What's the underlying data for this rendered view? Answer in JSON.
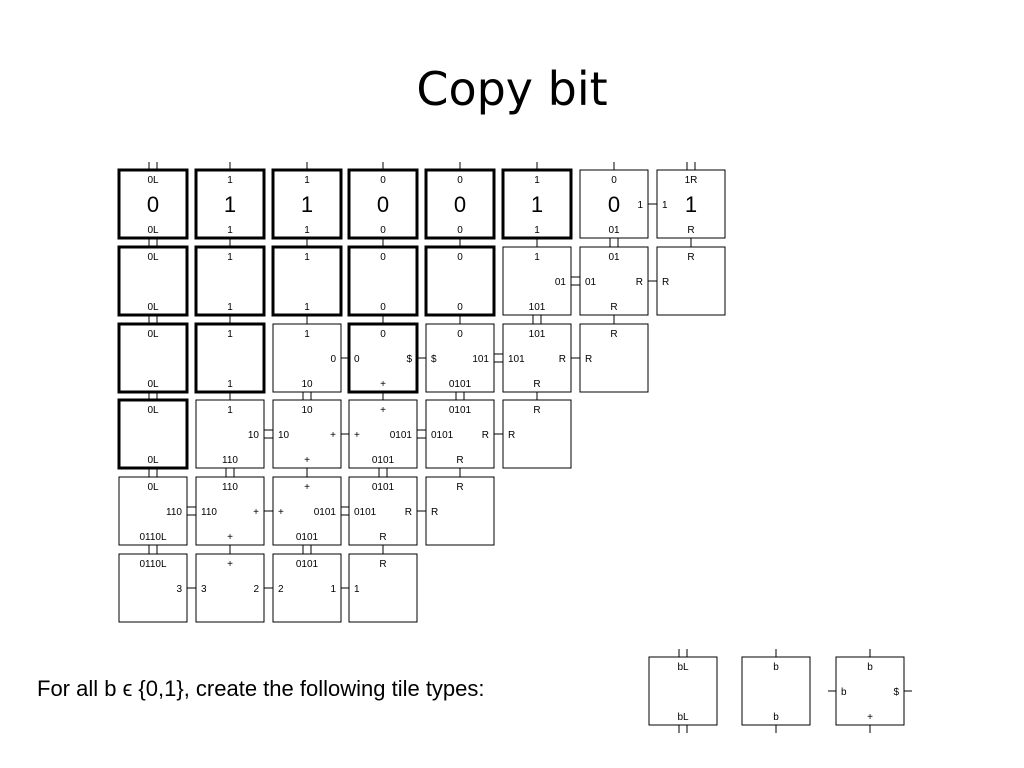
{
  "title": "Copy bit",
  "caption": "For all b ϵ {0,1}, create the following tile types:",
  "assembly": {
    "rows": [
      [
        {
          "n": "0L",
          "s": "0L",
          "big": "0",
          "bold": true
        },
        {
          "n": "1",
          "s": "1",
          "big": "1",
          "bold": true
        },
        {
          "n": "1",
          "s": "1",
          "big": "1",
          "bold": true
        },
        {
          "n": "0",
          "s": "0",
          "big": "0",
          "bold": true
        },
        {
          "n": "0",
          "s": "0",
          "big": "0",
          "bold": true
        },
        {
          "n": "1",
          "s": "1",
          "big": "1",
          "bold": true
        },
        {
          "n": "0",
          "s": "01",
          "e": "1",
          "big": "0"
        },
        {
          "n": "1R",
          "s": "R",
          "w": "1",
          "big": "1"
        }
      ],
      [
        {
          "n": "0L",
          "s": "0L",
          "bold": true
        },
        {
          "n": "1",
          "s": "1",
          "bold": true
        },
        {
          "n": "1",
          "s": "1",
          "bold": true
        },
        {
          "n": "0",
          "s": "0",
          "bold": true
        },
        {
          "n": "0",
          "s": "0",
          "bold": true
        },
        {
          "n": "1",
          "s": "101",
          "e": "01"
        },
        {
          "n": "01",
          "s": "R",
          "w": "01",
          "e": "R"
        },
        {
          "n": "R",
          "w": "R"
        }
      ],
      [
        {
          "n": "0L",
          "s": "0L",
          "bold": true
        },
        {
          "n": "1",
          "s": "1",
          "bold": true
        },
        {
          "n": "1",
          "s": "10",
          "e": "0"
        },
        {
          "n": "0",
          "s": "+",
          "w": "0",
          "e": "$",
          "bold": true
        },
        {
          "n": "0",
          "s": "0101",
          "w": "$",
          "e": "101"
        },
        {
          "n": "101",
          "s": "R",
          "w": "101",
          "e": "R"
        },
        {
          "n": "R",
          "w": "R"
        }
      ],
      [
        {
          "n": "0L",
          "s": "0L",
          "bold": true
        },
        {
          "n": "1",
          "s": "110",
          "e": "10"
        },
        {
          "n": "10",
          "s": "+",
          "w": "10",
          "e": "+"
        },
        {
          "n": "+",
          "s": "0101",
          "w": "+",
          "e": "0101"
        },
        {
          "n": "0101",
          "s": "R",
          "w": "0101",
          "e": "R"
        },
        {
          "n": "R",
          "w": "R"
        }
      ],
      [
        {
          "n": "0L",
          "s": "0110L",
          "e": "110"
        },
        {
          "n": "110",
          "s": "+",
          "w": "110",
          "e": "+"
        },
        {
          "n": "+",
          "s": "0101",
          "w": "+",
          "e": "0101"
        },
        {
          "n": "0101",
          "s": "R",
          "w": "0101",
          "e": "R"
        },
        {
          "n": "R",
          "w": "R"
        }
      ],
      [
        {
          "n": "0110L",
          "e": "3"
        },
        {
          "n": "+",
          "w": "3",
          "e": "2"
        },
        {
          "n": "0101",
          "w": "2",
          "e": "1"
        },
        {
          "n": "R",
          "w": "1"
        }
      ]
    ]
  },
  "tile_types": [
    {
      "n": "bL",
      "s": "bL"
    },
    {
      "n": "b",
      "s": "b"
    },
    {
      "n": "b",
      "s": "+",
      "w": "b",
      "e": "$"
    }
  ]
}
